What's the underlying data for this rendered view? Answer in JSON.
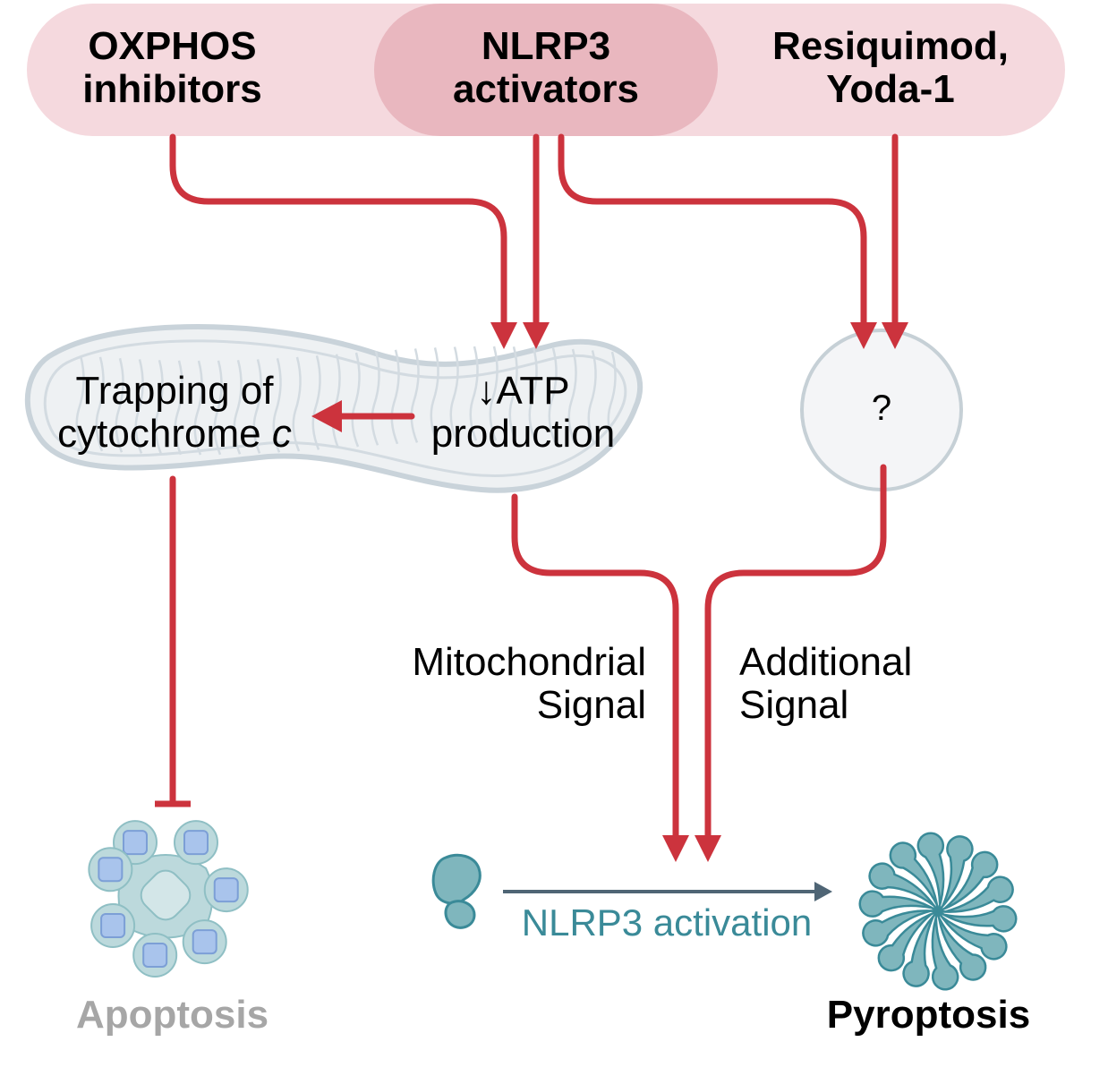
{
  "colors": {
    "pill_light": "#f5d9de",
    "pill_dark": "#e9b7bf",
    "arrow_red": "#cc333d",
    "mito_fill": "#eef1f3",
    "mito_stroke": "#c9d3da",
    "circle_fill": "#f4f5f7",
    "circle_stroke": "#c6d0d6",
    "teal": "#3a8a98",
    "teal_fill": "#7fb6bd",
    "slate_arrow": "#4f6575",
    "apoptosis_text": "#a6a6a6",
    "apoptosis_cell": "#bcd9dc",
    "vesicle_blue": "#a9c4ec"
  },
  "inputs": {
    "oxphos": {
      "line1": "OXPHOS",
      "line2": "inhibitors"
    },
    "nlrp3": {
      "line1": "NLRP3",
      "line2": "activators"
    },
    "resiquimod": {
      "line1": "Resiquimod,",
      "line2": "Yoda-1"
    }
  },
  "mitochondrion": {
    "trapping_line1": "Trapping of",
    "trapping_line2_main": "cytochrome ",
    "trapping_line2_italic": "c",
    "atp_arrow": "↓",
    "atp_line1": "ATP",
    "atp_line2": "production"
  },
  "unknown_node": {
    "label": "?"
  },
  "signals": {
    "mito_line1": "Mitochondrial",
    "mito_line2": "Signal",
    "add_line1": "Additional",
    "add_line2": "Signal"
  },
  "activation": {
    "label": "NLRP3 activation"
  },
  "outcomes": {
    "apoptosis": "Apoptosis",
    "pyroptosis": "Pyroptosis"
  }
}
